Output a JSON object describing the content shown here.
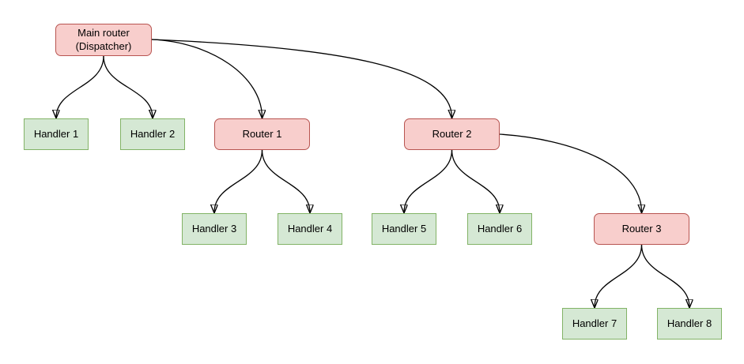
{
  "diagram": {
    "type": "flowchart-tree",
    "colors": {
      "router_fill": "#F8CECC",
      "router_stroke": "#B85450",
      "handler_fill": "#D5E8D4",
      "handler_stroke": "#82B366",
      "edge": "#000000",
      "background": "#FFFFFF"
    },
    "nodes": [
      {
        "id": "main",
        "type": "router",
        "label": "Main router\n(Dispatcher)"
      },
      {
        "id": "handler1",
        "type": "handler",
        "label": "Handler 1"
      },
      {
        "id": "handler2",
        "type": "handler",
        "label": "Handler 2"
      },
      {
        "id": "router1",
        "type": "router",
        "label": "Router 1"
      },
      {
        "id": "router2",
        "type": "router",
        "label": "Router 2"
      },
      {
        "id": "handler3",
        "type": "handler",
        "label": "Handler 3"
      },
      {
        "id": "handler4",
        "type": "handler",
        "label": "Handler 4"
      },
      {
        "id": "handler5",
        "type": "handler",
        "label": "Handler 5"
      },
      {
        "id": "handler6",
        "type": "handler",
        "label": "Handler 6"
      },
      {
        "id": "router3",
        "type": "router",
        "label": "Router 3"
      },
      {
        "id": "handler7",
        "type": "handler",
        "label": "Handler 7"
      },
      {
        "id": "handler8",
        "type": "handler",
        "label": "Handler 8"
      }
    ],
    "edges": [
      {
        "from": "main",
        "to": "handler1",
        "arrow": "filled-triangle"
      },
      {
        "from": "main",
        "to": "handler2",
        "arrow": "filled-triangle"
      },
      {
        "from": "main",
        "to": "router1",
        "arrow": "filled-triangle"
      },
      {
        "from": "main",
        "to": "router2",
        "arrow": "filled-triangle"
      },
      {
        "from": "router1",
        "to": "handler3",
        "arrow": "filled-triangle"
      },
      {
        "from": "router1",
        "to": "handler4",
        "arrow": "filled-triangle"
      },
      {
        "from": "router2",
        "to": "handler5",
        "arrow": "filled-triangle"
      },
      {
        "from": "router2",
        "to": "handler6",
        "arrow": "filled-triangle"
      },
      {
        "from": "router2",
        "to": "router3",
        "arrow": "filled-triangle"
      },
      {
        "from": "router3",
        "to": "handler7",
        "arrow": "filled-triangle"
      },
      {
        "from": "router3",
        "to": "handler8",
        "arrow": "filled-triangle"
      }
    ]
  }
}
